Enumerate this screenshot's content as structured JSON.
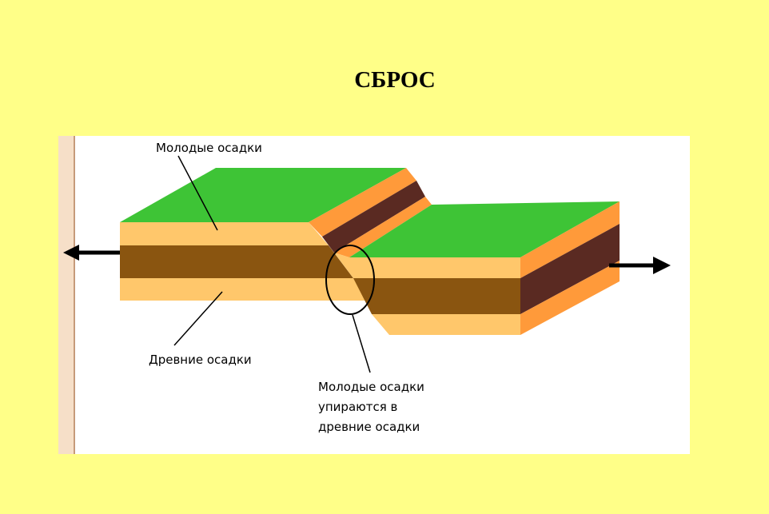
{
  "title": "СБРОС",
  "labels": {
    "young": "Молодые осадки",
    "ancient": "Древние осадки",
    "contact_1": "Молодые осадки",
    "contact_2": "упираются в",
    "contact_3": "древние осадки"
  },
  "colors": {
    "background": "#ffff88",
    "surface_green": "#3ec436",
    "young_layer": "#ffc76b",
    "dark_layer": "#8a5510",
    "side_orange": "#ff9a3a",
    "side_dark": "#5a2a22"
  }
}
